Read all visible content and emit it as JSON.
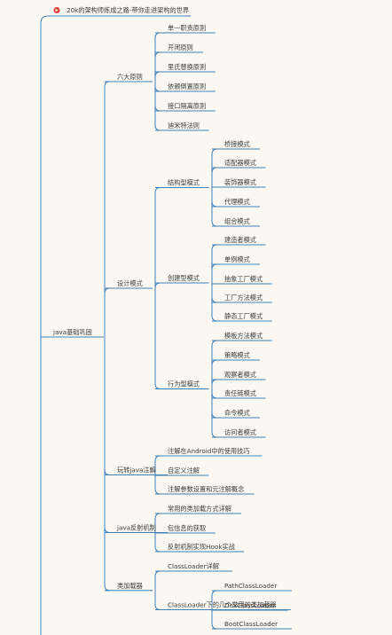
{
  "root": {
    "title": "20k的架构师炼成之路-带你走进架构的世界",
    "icon": "red-circle-logo-icon"
  },
  "colors": {
    "background": "#fbf8f1",
    "line": "#3f7fb9",
    "text": "#3b3b3b",
    "logo": "#d9433a"
  },
  "tree": {
    "label": "java基础巩固",
    "children": [
      {
        "label": "六大原则",
        "children": [
          {
            "label": "单一职责原则"
          },
          {
            "label": "开闭原则"
          },
          {
            "label": "里氏替换原则"
          },
          {
            "label": "依赖倒置原则"
          },
          {
            "label": "接口隔离原则"
          },
          {
            "label": "迪米特法则"
          }
        ]
      },
      {
        "label": "设计模式",
        "children": [
          {
            "label": "结构型模式",
            "children": [
              {
                "label": "桥接模式"
              },
              {
                "label": "适配器模式"
              },
              {
                "label": "装饰器模式"
              },
              {
                "label": "代理模式"
              },
              {
                "label": "组合模式"
              }
            ]
          },
          {
            "label": "创建型模式",
            "children": [
              {
                "label": "建造者模式"
              },
              {
                "label": "单例模式"
              },
              {
                "label": "抽象工厂模式"
              },
              {
                "label": "工厂方法模式"
              },
              {
                "label": "静态工厂模式"
              }
            ]
          },
          {
            "label": "行为型模式",
            "children": [
              {
                "label": "模板方法模式"
              },
              {
                "label": "策略模式"
              },
              {
                "label": "观察者模式"
              },
              {
                "label": "责任链模式"
              },
              {
                "label": "命令模式"
              },
              {
                "label": "访问者模式"
              }
            ]
          }
        ]
      },
      {
        "label": "玩转java注解",
        "children": [
          {
            "label": "注解在Android中的使用技巧"
          },
          {
            "label": "自定义注解"
          },
          {
            "label": "注解参数设置和元注解概念"
          }
        ]
      },
      {
        "label": "java反射机制",
        "children": [
          {
            "label": "常用的类加载方式详解"
          },
          {
            "label": "包信息的获取"
          },
          {
            "label": "反射机制实现Hook实战"
          }
        ]
      },
      {
        "label": "类加载器",
        "children": [
          {
            "label": "ClassLoader详解"
          },
          {
            "label": "ClassLoader下的几个常用的类加载器",
            "children": [
              {
                "label": "PathClassLoader"
              },
              {
                "label": "DexClassLoader"
              },
              {
                "label": "BootClassLoader"
              }
            ]
          }
        ]
      }
    ]
  }
}
